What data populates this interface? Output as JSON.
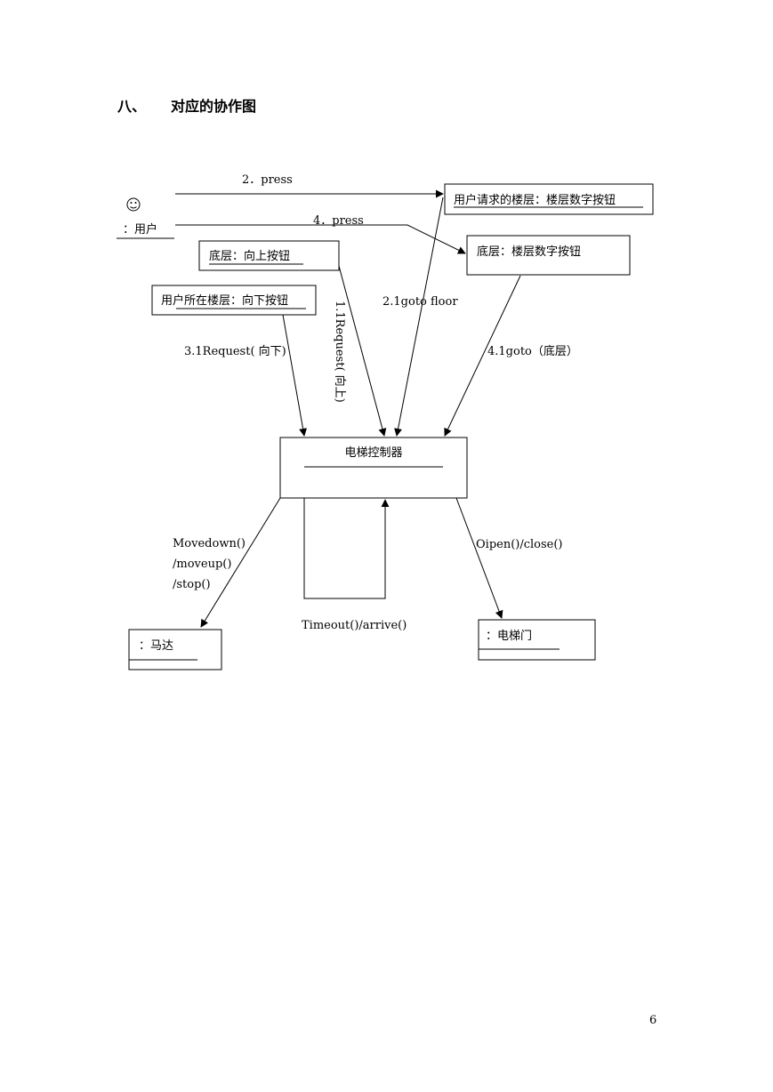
{
  "heading": {
    "number": "八、",
    "title": "对应的协作图"
  },
  "page_number": "6",
  "objects": {
    "user": "：用户",
    "request_floor_button": "用户请求的楼层：楼层数字按钮",
    "bottom_floor_button": "底层：楼层数字按钮",
    "bottom_up_button": "底层：向上按钮",
    "user_floor_down_button": "用户所在楼层：向下按钮",
    "controller": "电梯控制器",
    "motor": "：马达",
    "door": "：电梯门"
  },
  "messages": {
    "press2": "2．press",
    "press4": "4．press",
    "goto_floor": "2.1goto floor",
    "request_down": "3.1Request( 向下)",
    "request_up": "1.1Request( 向上)",
    "goto_bottom": "4.1goto（底层）",
    "motor_line1": "Movedown()",
    "motor_line2": "/moveup()",
    "motor_line3": "/stop()",
    "door_msg": "Oipen()/close()",
    "self_msg": "Timeout()/arrive()"
  }
}
